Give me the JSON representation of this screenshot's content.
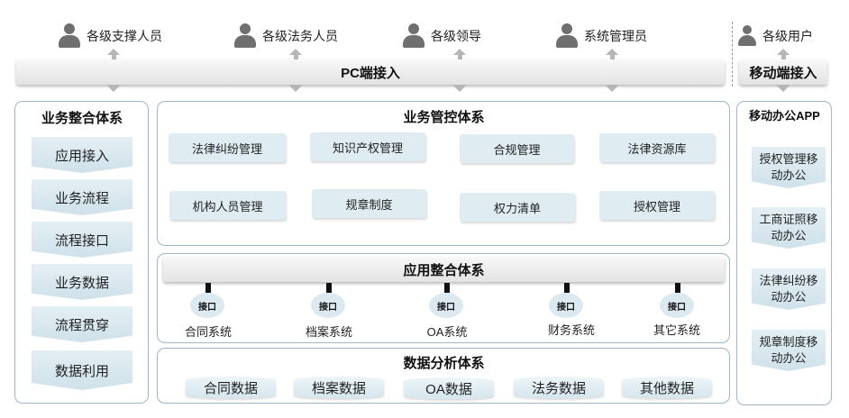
{
  "users": [
    {
      "name": "user-support-staff",
      "label": "各级支撑人员"
    },
    {
      "name": "user-legal-staff",
      "label": "各级法务人员"
    },
    {
      "name": "user-leaders",
      "label": "各级领导"
    },
    {
      "name": "user-sys-admin",
      "label": "系统管理员"
    }
  ],
  "mobile_user": {
    "label": "各级用户"
  },
  "pc_access": {
    "label": "PC端接入"
  },
  "mobile_access": {
    "label": "移动端接入"
  },
  "business_integration": {
    "title": "业务整合体系",
    "items": [
      "应用接入",
      "业务流程",
      "流程接口",
      "业务数据",
      "流程贯穿",
      "数据利用"
    ]
  },
  "business_control": {
    "title": "业务管控体系",
    "row1": [
      "法律纠纷管理",
      "知识产权管理",
      "合规管理",
      "法律资源库"
    ],
    "row2": [
      "机构人员管理",
      "规章制度",
      "权力清单",
      "授权管理"
    ]
  },
  "app_integration": {
    "title": "应用整合体系",
    "interface_label": "接口",
    "systems": [
      "合同系统",
      "档案系统",
      "OA系统",
      "财务系统",
      "其它系统"
    ]
  },
  "data_analysis": {
    "title": "数据分析体系",
    "items": [
      "合同数据",
      "档案数据",
      "OA数据",
      "法务数据",
      "其他数据"
    ]
  },
  "mobile_app": {
    "title": "移动办公APP",
    "items": [
      {
        "line1": "授权管理移",
        "line2": "动办公"
      },
      {
        "line1": "工商证照移",
        "line2": "动办公"
      },
      {
        "line1": "法律纠纷移",
        "line2": "动办公"
      },
      {
        "line1": "规章制度移",
        "line2": "动办公"
      }
    ]
  }
}
